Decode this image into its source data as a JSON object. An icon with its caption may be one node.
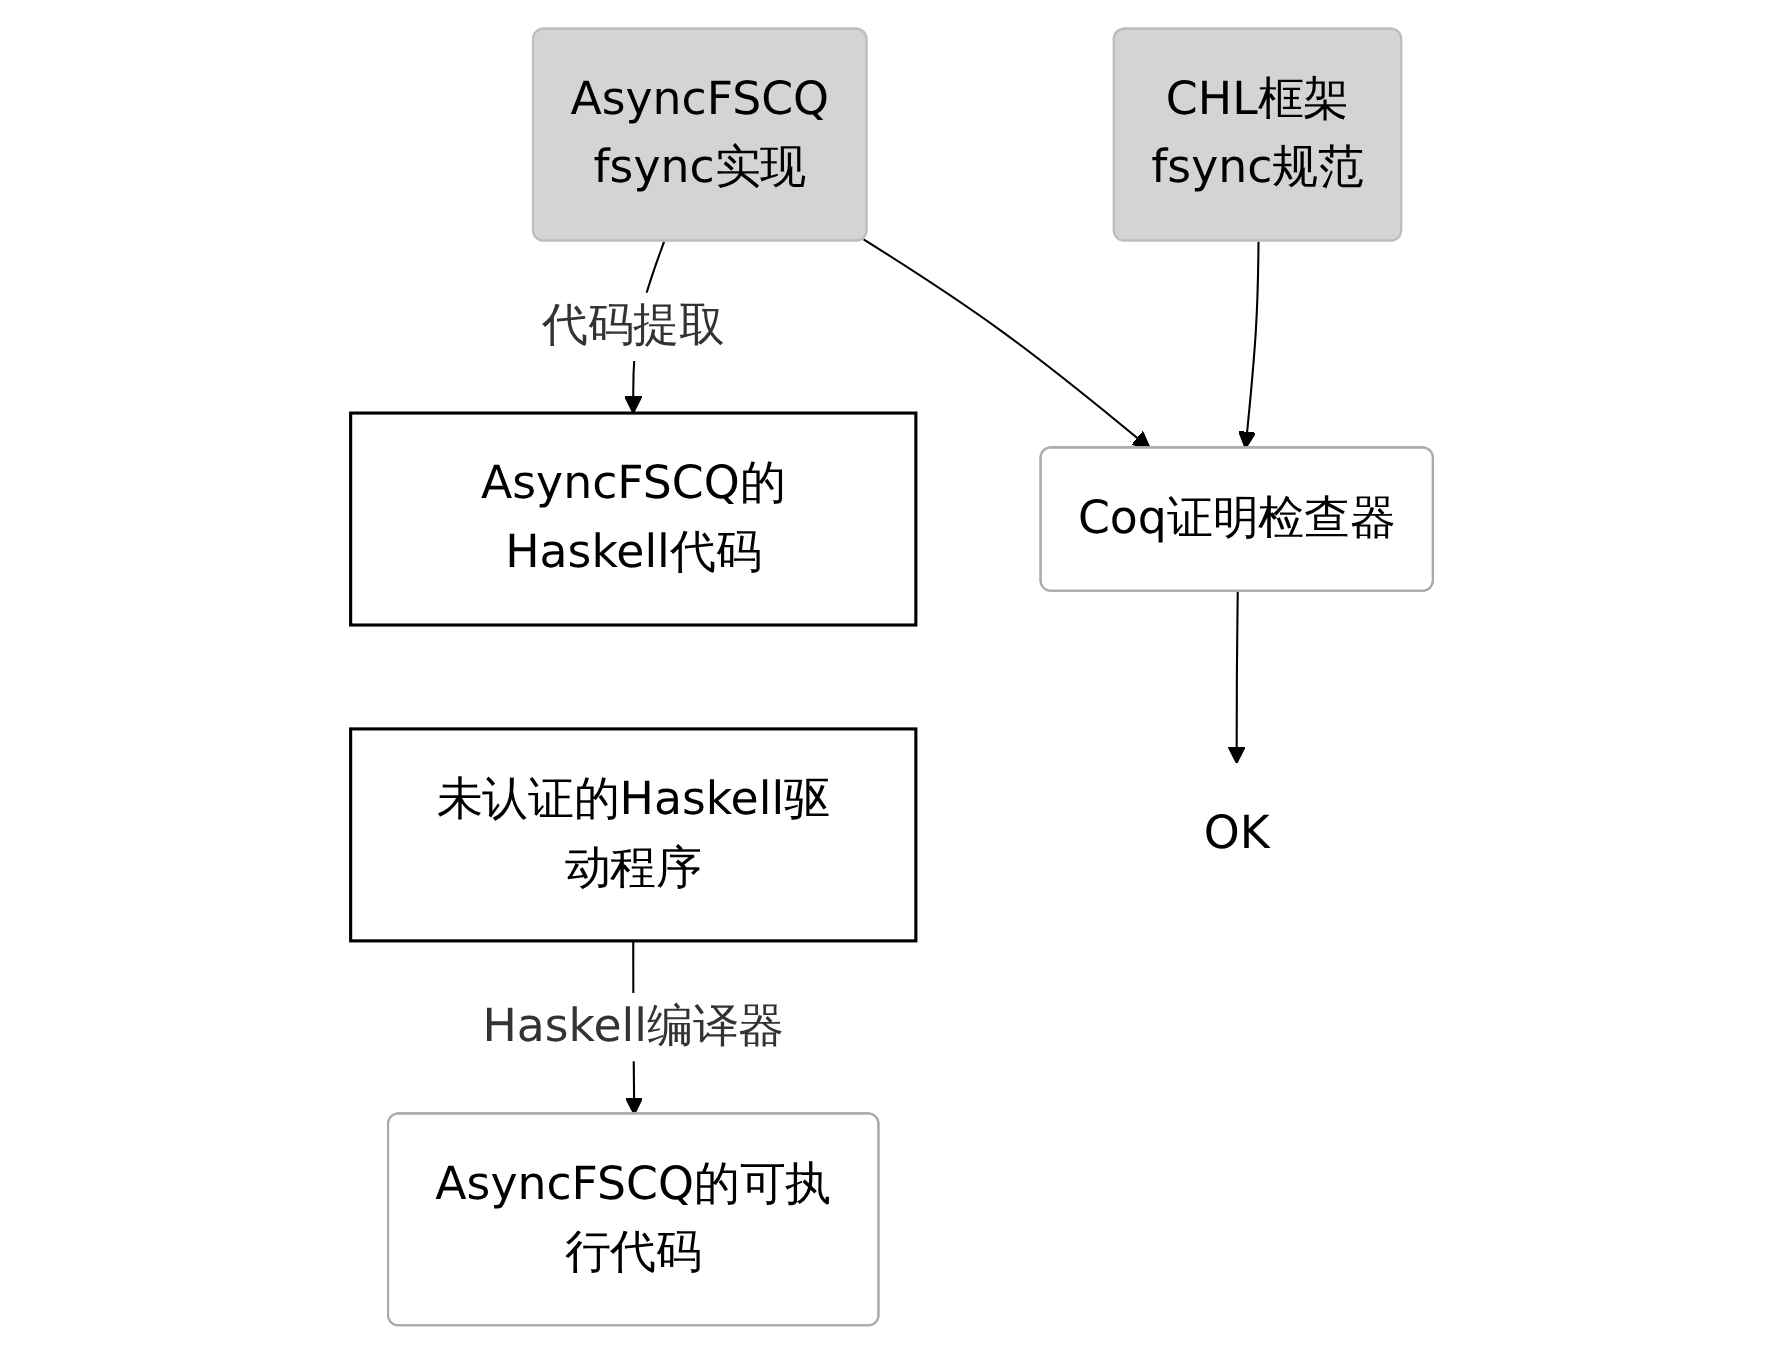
{
  "diagram": {
    "nodes": [
      {
        "text": [
          "AsyncFSCQ",
          "fsync实现"
        ]
      },
      {
        "text": [
          "CHL框架",
          "fsync规范"
        ]
      },
      {
        "text": [
          "AsyncFSCQ的Haskell代码"
        ]
      },
      {
        "text": [
          "未认证的Haskell驱动程序"
        ]
      },
      {
        "text": [
          "Coq证明检查器"
        ]
      },
      {
        "text": [
          "OK"
        ]
      },
      {
        "text": [
          "AsyncFSCQ的可执行代码"
        ]
      }
    ],
    "edges": [
      {
        "from": 0,
        "to": 2,
        "arrow": "to",
        "label": "代码提取"
      },
      {
        "from": 0,
        "to": 4,
        "arrow": "to"
      },
      {
        "from": 1,
        "to": 4,
        "arrow": "to"
      },
      {
        "from": 4,
        "to": 5,
        "arrow": "to"
      },
      {
        "from": 3,
        "to": 6,
        "arrow": "to",
        "label": "Haskell编译器"
      }
    ]
  }
}
